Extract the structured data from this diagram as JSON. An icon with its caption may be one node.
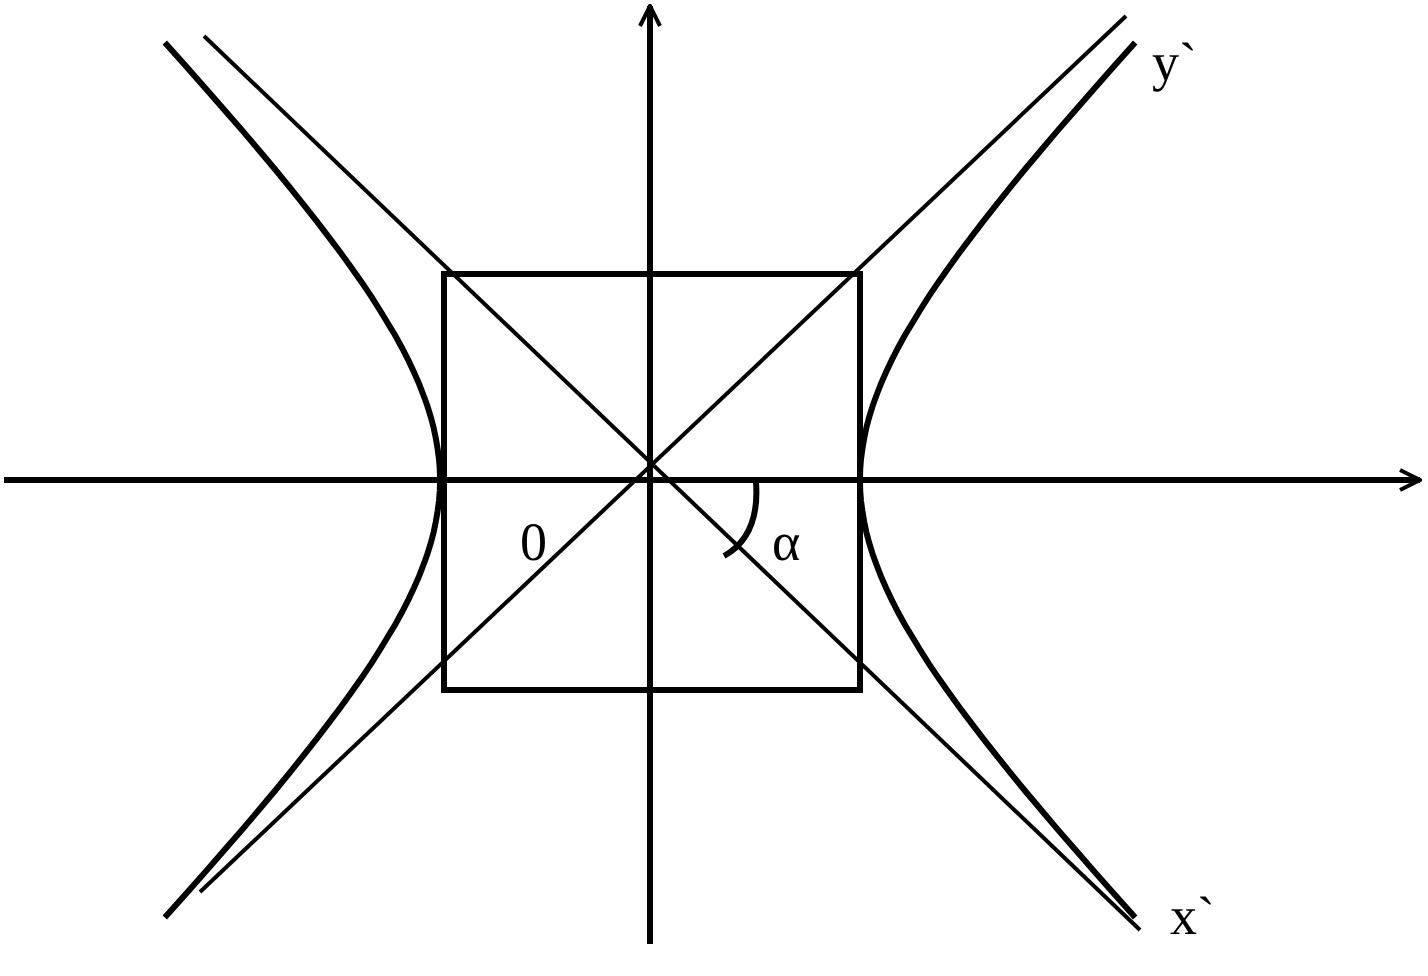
{
  "diagram": {
    "labels": [
      "y`",
      "0",
      "α",
      "x`"
    ]
  }
}
